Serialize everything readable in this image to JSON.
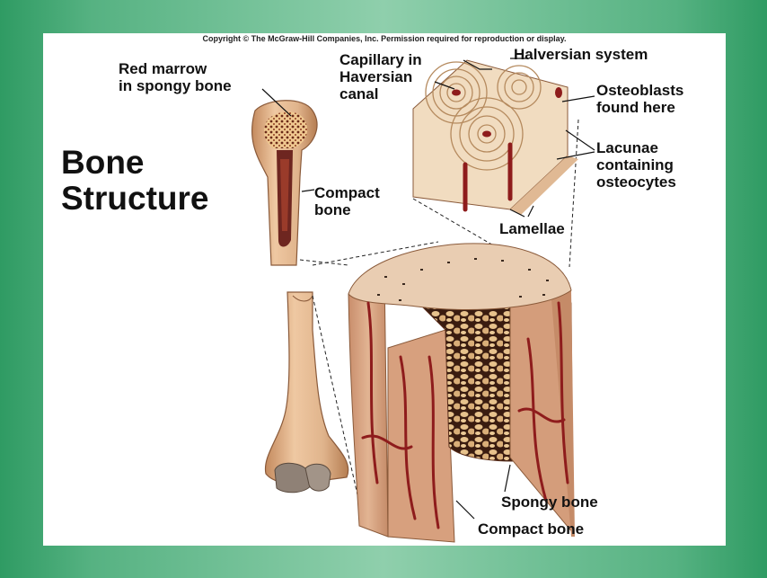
{
  "slide": {
    "copyright": "Copyright © The McGraw-Hill Companies, Inc. Permission required for reproduction or display.",
    "title_line1": "Bone",
    "title_line2": "Structure"
  },
  "labels": {
    "red_marrow_1": "Red marrow",
    "red_marrow_2": "in spongy bone",
    "compact_1": "Compact",
    "compact_2": "bone",
    "capillary_1": "Capillary in",
    "capillary_2": "Haversian",
    "capillary_3": "canal",
    "halversian": "Halversian system",
    "osteoblasts_1": "Osteoblasts",
    "osteoblasts_2": "found here",
    "lacunae_1": "Lacunae",
    "lacunae_2": "containing",
    "lacunae_3": "osteocytes",
    "lamellae": "Lamellae",
    "spongy_bone": "Spongy bone",
    "compact_bone": "Compact bone"
  },
  "colors": {
    "frame": "#3a9d67",
    "bone": "#e3b68f",
    "bone_dark": "#b07a52",
    "marrow": "#7a2a22",
    "vessel": "#8e1c1c",
    "spongy": "#e8c08a",
    "cross_section": "#ead0b6"
  }
}
